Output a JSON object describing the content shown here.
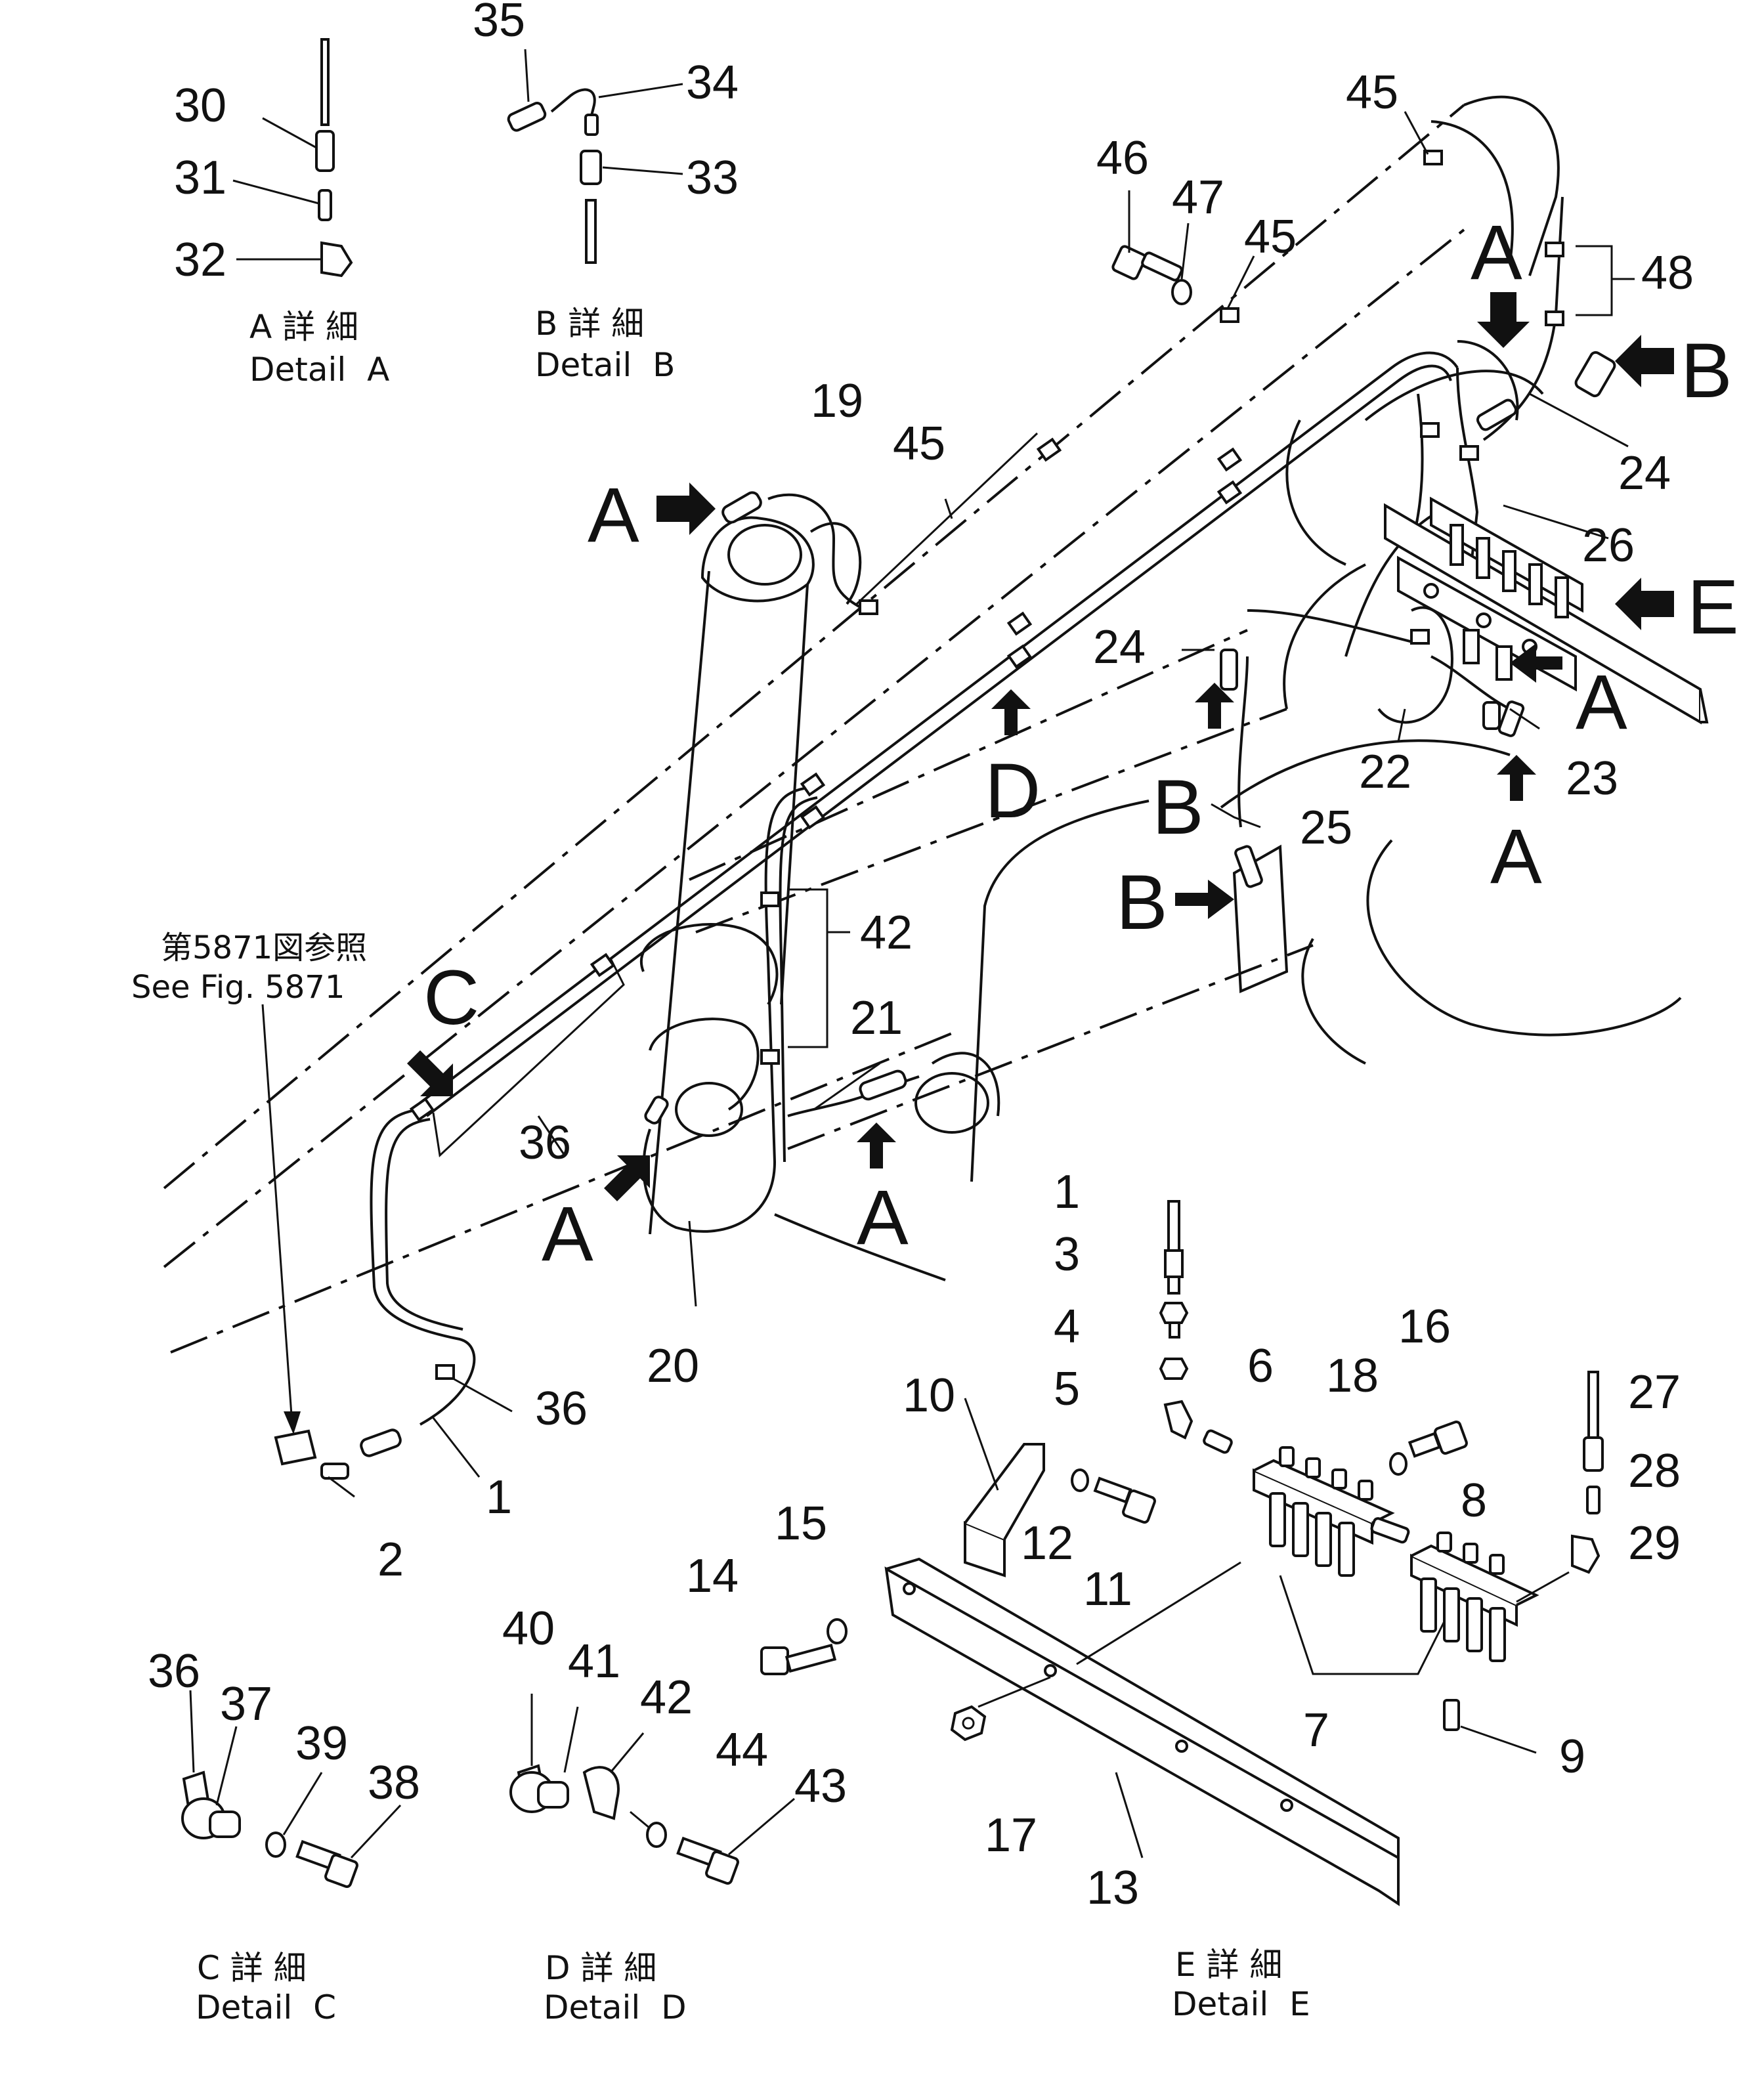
{
  "callouts": [
    {
      "id": "c30",
      "text": "30"
    },
    {
      "id": "c31",
      "text": "31"
    },
    {
      "id": "c32",
      "text": "32"
    },
    {
      "id": "c35",
      "text": "35"
    },
    {
      "id": "c34",
      "text": "34"
    },
    {
      "id": "c33",
      "text": "33"
    },
    {
      "id": "c45a",
      "text": "45"
    },
    {
      "id": "c46",
      "text": "46"
    },
    {
      "id": "c47",
      "text": "47"
    },
    {
      "id": "c45b",
      "text": "45"
    },
    {
      "id": "c48",
      "text": "48"
    },
    {
      "id": "c19",
      "text": "19"
    },
    {
      "id": "c45c",
      "text": "45"
    },
    {
      "id": "c24a",
      "text": "24"
    },
    {
      "id": "c26",
      "text": "26"
    },
    {
      "id": "c24b",
      "text": "24"
    },
    {
      "id": "c22",
      "text": "22"
    },
    {
      "id": "c23",
      "text": "23"
    },
    {
      "id": "c25",
      "text": "25"
    },
    {
      "id": "c42a",
      "text": "42"
    },
    {
      "id": "c21",
      "text": "21"
    },
    {
      "id": "c36a",
      "text": "36"
    },
    {
      "id": "c20",
      "text": "20"
    },
    {
      "id": "c36b",
      "text": "36"
    },
    {
      "id": "c1a",
      "text": "1"
    },
    {
      "id": "c2",
      "text": "2"
    },
    {
      "id": "c1b",
      "text": "1"
    },
    {
      "id": "c3",
      "text": "3"
    },
    {
      "id": "c4",
      "text": "4"
    },
    {
      "id": "c5",
      "text": "5"
    },
    {
      "id": "c6",
      "text": "6"
    },
    {
      "id": "c16",
      "text": "16"
    },
    {
      "id": "c18",
      "text": "18"
    },
    {
      "id": "c27",
      "text": "27"
    },
    {
      "id": "c28",
      "text": "28"
    },
    {
      "id": "c29",
      "text": "29"
    },
    {
      "id": "c10",
      "text": "10"
    },
    {
      "id": "c12",
      "text": "12"
    },
    {
      "id": "c11",
      "text": "11"
    },
    {
      "id": "c8",
      "text": "8"
    },
    {
      "id": "c15",
      "text": "15"
    },
    {
      "id": "c14",
      "text": "14"
    },
    {
      "id": "c7",
      "text": "7"
    },
    {
      "id": "c9",
      "text": "9"
    },
    {
      "id": "c17",
      "text": "17"
    },
    {
      "id": "c13",
      "text": "13"
    },
    {
      "id": "c36c",
      "text": "36"
    },
    {
      "id": "c37",
      "text": "37"
    },
    {
      "id": "c39",
      "text": "39"
    },
    {
      "id": "c38",
      "text": "38"
    },
    {
      "id": "c40",
      "text": "40"
    },
    {
      "id": "c41",
      "text": "41"
    },
    {
      "id": "c42b",
      "text": "42"
    },
    {
      "id": "c44",
      "text": "44"
    },
    {
      "id": "c43",
      "text": "43"
    }
  ],
  "view_arrows": [
    {
      "id": "vA1",
      "text": "A"
    },
    {
      "id": "vA2",
      "text": "A"
    },
    {
      "id": "vA3",
      "text": "A"
    },
    {
      "id": "vA4",
      "text": "A"
    },
    {
      "id": "vA5",
      "text": "A"
    },
    {
      "id": "vA6",
      "text": "A"
    },
    {
      "id": "vB1",
      "text": "B"
    },
    {
      "id": "vB2",
      "text": "B"
    },
    {
      "id": "vB3",
      "text": "B"
    },
    {
      "id": "vC",
      "text": "C"
    },
    {
      "id": "vD",
      "text": "D"
    },
    {
      "id": "vE",
      "text": "E"
    }
  ],
  "captions": {
    "detail_a_jp": "A 詳 細",
    "detail_a_en": "Detail  A",
    "detail_b_jp": "B 詳 細",
    "detail_b_en": "Detail  B",
    "detail_c_jp": "C 詳 細",
    "detail_c_en": "Detail  C",
    "detail_d_jp": "D 詳 細",
    "detail_d_en": "Detail  D",
    "detail_e_jp": "E 詳 細",
    "detail_e_en": "Detail  E"
  },
  "reference_note": {
    "jp": "第5871図参照",
    "en": "See Fig. 5871"
  }
}
